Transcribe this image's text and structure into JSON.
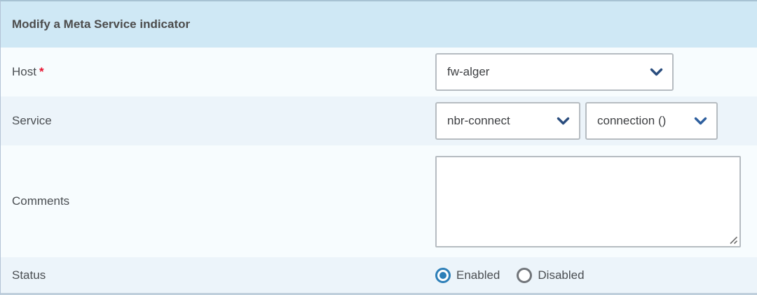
{
  "panel": {
    "title": "Modify a Meta Service indicator"
  },
  "fields": {
    "host": {
      "label": "Host",
      "required_marker": "*",
      "value": "fw-alger"
    },
    "service": {
      "label": "Service",
      "service_value": "nbr-connect",
      "metric_value": "connection ()"
    },
    "comments": {
      "label": "Comments",
      "value": "",
      "placeholder": ""
    },
    "status": {
      "label": "Status",
      "options": [
        {
          "label": "Enabled",
          "selected": true
        },
        {
          "label": "Disabled",
          "selected": false
        }
      ]
    }
  },
  "icons": {
    "chevron_down": "chevron-down",
    "resize_handle": "resize-handle"
  },
  "colors": {
    "header_bg": "#cfe8f5",
    "row_light_bg": "#f7fcfe",
    "row_tint_bg": "#ecf4fa",
    "accent_blue": "#2d7fb8",
    "chevron_navy": "#2a4d7e",
    "required_red": "#e8112d",
    "border_gray": "#b6bcc1"
  }
}
